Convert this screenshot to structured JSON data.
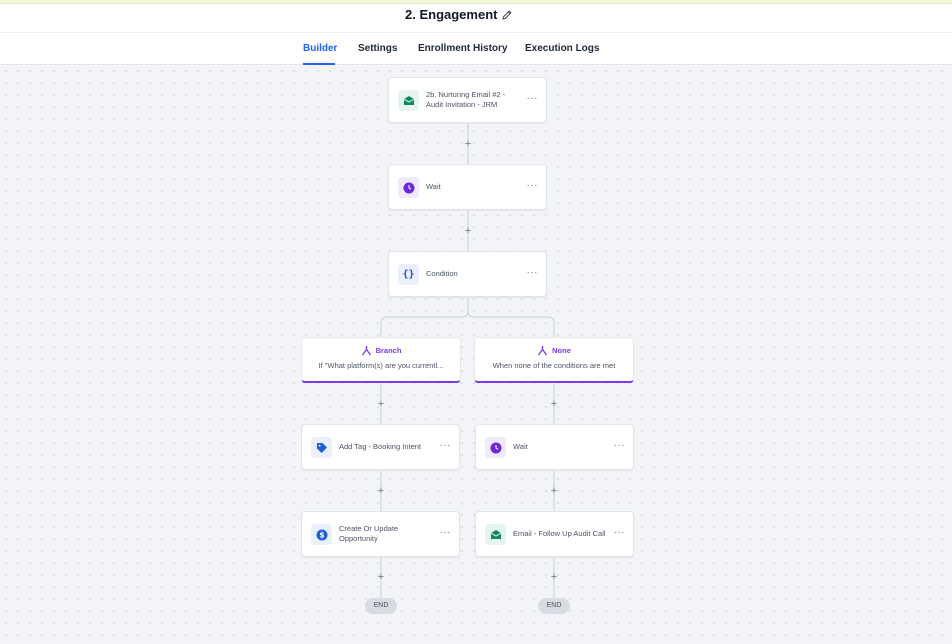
{
  "workflow": {
    "title": "2. Engagement"
  },
  "tabs": [
    {
      "label": "Builder",
      "active": true
    },
    {
      "label": "Settings",
      "active": false
    },
    {
      "label": "Enrollment History",
      "active": false
    },
    {
      "label": "Execution Logs",
      "active": false
    }
  ],
  "nodes": {
    "email1": {
      "label": "2b. Nurturing Email #2 - Audit Invitation - JRM"
    },
    "wait1": {
      "label": "Wait"
    },
    "condition": {
      "label": "Condition"
    },
    "add_tag": {
      "label": "Add Tag - Booking Intent"
    },
    "opportunity": {
      "label": "Create Or Update Opportunity"
    },
    "wait2": {
      "label": "Wait"
    },
    "email2": {
      "label": "Email - Follow Up Audit Call"
    }
  },
  "branches": {
    "left": {
      "title": "Branch",
      "subtitle": "If \"What platform(s) are you currentl..."
    },
    "right": {
      "title": "None",
      "subtitle": "When none of the conditions are met"
    }
  },
  "more_label": "···",
  "plus_label": "+",
  "end_label": "END",
  "colors": {
    "accent": "#2563eb",
    "branch": "#7c3aed",
    "email": "#0f8a5f",
    "wait": "#6d28d9",
    "tag": "#1d5fd8"
  }
}
